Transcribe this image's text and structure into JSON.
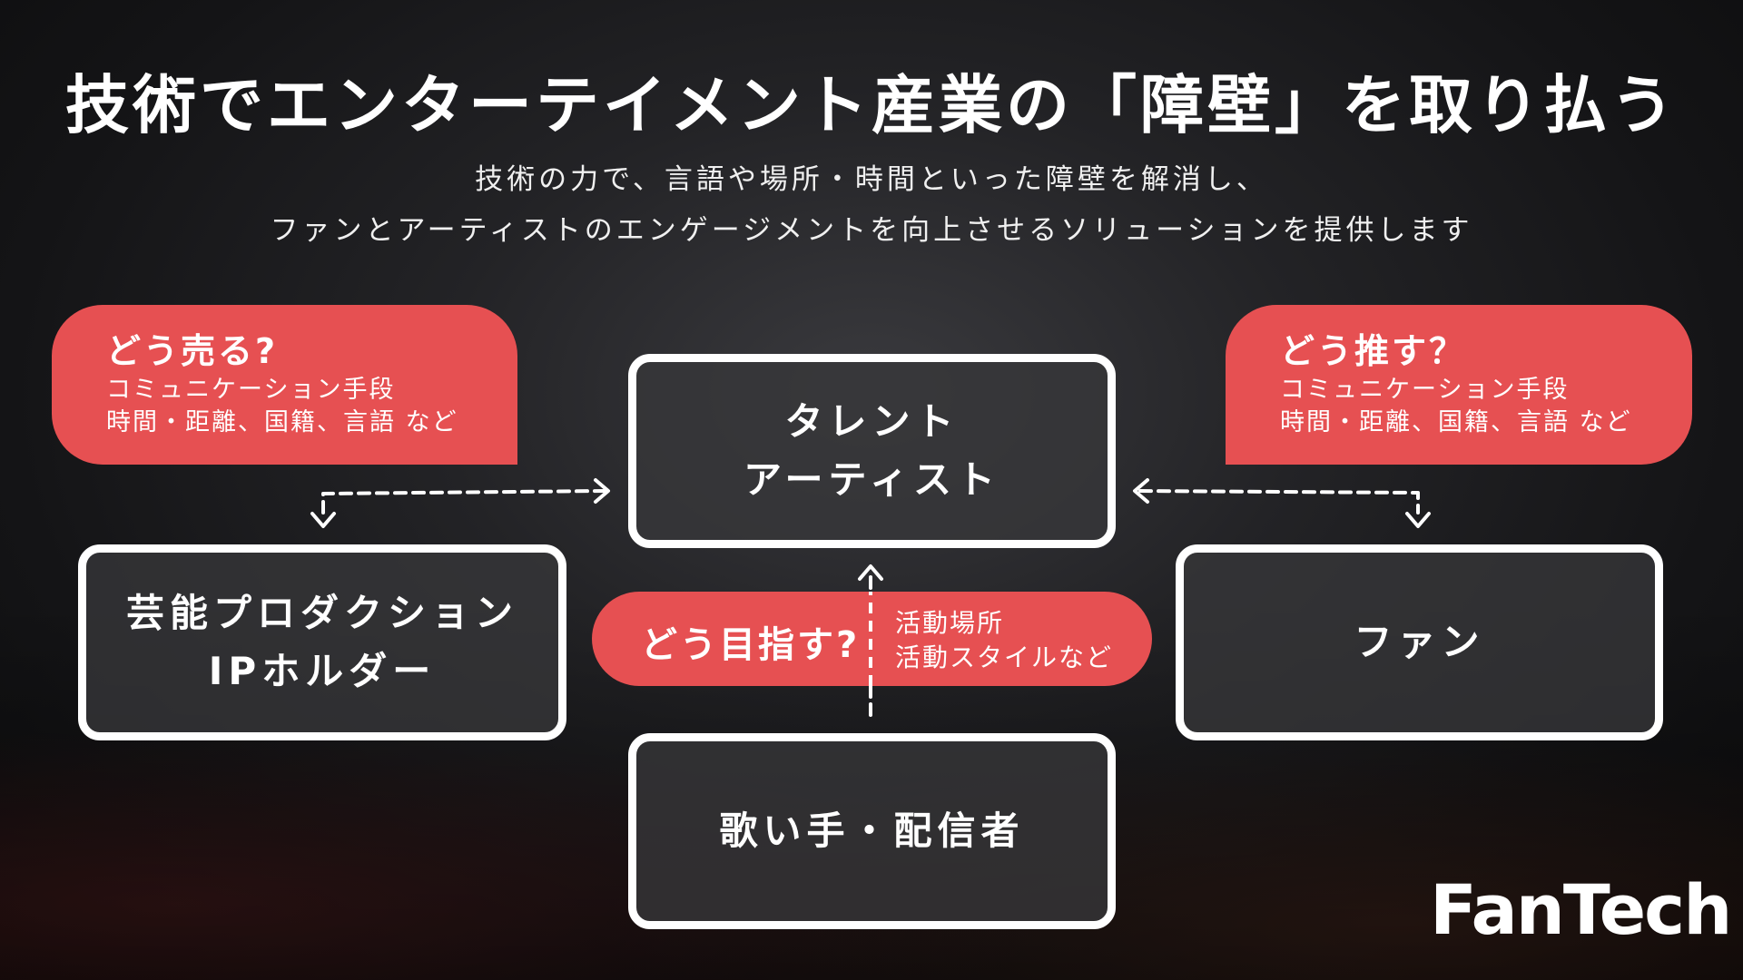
{
  "title": "技術でエンターテイメント産業の「障壁」を取り払う",
  "subtitle": {
    "line1": "技術の力で、言語や場所・時間といった障壁を解消し、",
    "line2": "ファンとアーティストのエンゲージメントを向上させるソリューションを提供します"
  },
  "nodes": {
    "talent": {
      "line1": "タレント",
      "line2": "アーティスト"
    },
    "production": {
      "line1": "芸能プロダクション",
      "line2": "IPホルダー"
    },
    "fan": {
      "label": "ファン"
    },
    "singer": {
      "label": "歌い手・配信者"
    }
  },
  "bubbles": {
    "sell": {
      "question": "どう売る?",
      "line1": "コミュニケーション手段",
      "line2": "時間・距離、国籍、言語 など"
    },
    "support": {
      "question": "どう推す？",
      "line1": "コミュニケーション手段",
      "line2": "時間・距離、国籍、言語 など"
    },
    "aim": {
      "question": "どう目指す?",
      "line1": "活動場所",
      "line2": "活動スタイルなど"
    }
  },
  "brand": {
    "logo": "FanTech"
  },
  "colors": {
    "accent": "#e65052",
    "box_border": "#ffffff",
    "background": "#1a1a1c"
  }
}
